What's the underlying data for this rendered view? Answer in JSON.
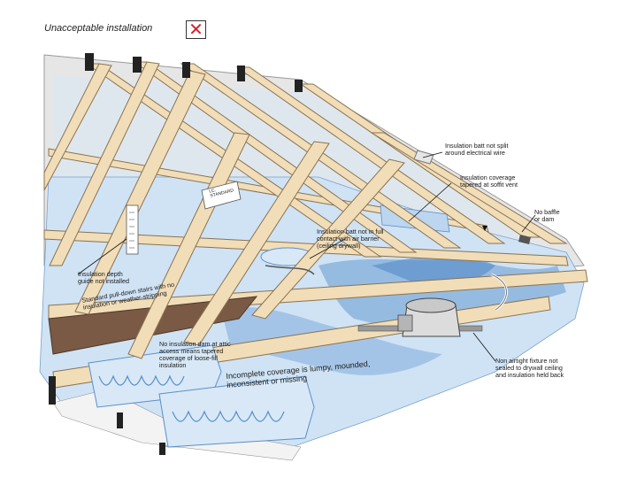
{
  "header": {
    "title": "Unacceptable installation",
    "status_icon": "red-x-icon",
    "status_color": "#d8202a"
  },
  "callouts": {
    "batt_not_split": "Insulation batt not split\naround electrical wire",
    "coverage_tapered": "Insulation coverage\ntapered at soffit vent",
    "no_baffle": "No baffle\nor dam",
    "batt_not_in_contact": "Insulation batt not in full\ncontact with air barrier\n(ceiling drywall)",
    "depth_guide": "Insulation depth\nguide not installed",
    "stairs": "Standard pull-down stairs with no\ninsulation or weather-stripping",
    "no_dam": "No insulation dam at attic\naccess means tapered\ncoverage of loose-fill\ninsulation",
    "incomplete": "Incomplete coverage is lumpy, mounded,\ninconsistent or missing",
    "fixture": "Non airtight fixture not\nsealed to drywall ceiling\nand insulation held back",
    "card": "I.C.\nSTANDARD"
  },
  "colors": {
    "wood": "#f1ddb8",
    "wood_edge": "#8a7350",
    "insulation": "#cfe3f5",
    "insulation_dark": "#5c8fc8",
    "stair_board": "#7a5a44"
  }
}
